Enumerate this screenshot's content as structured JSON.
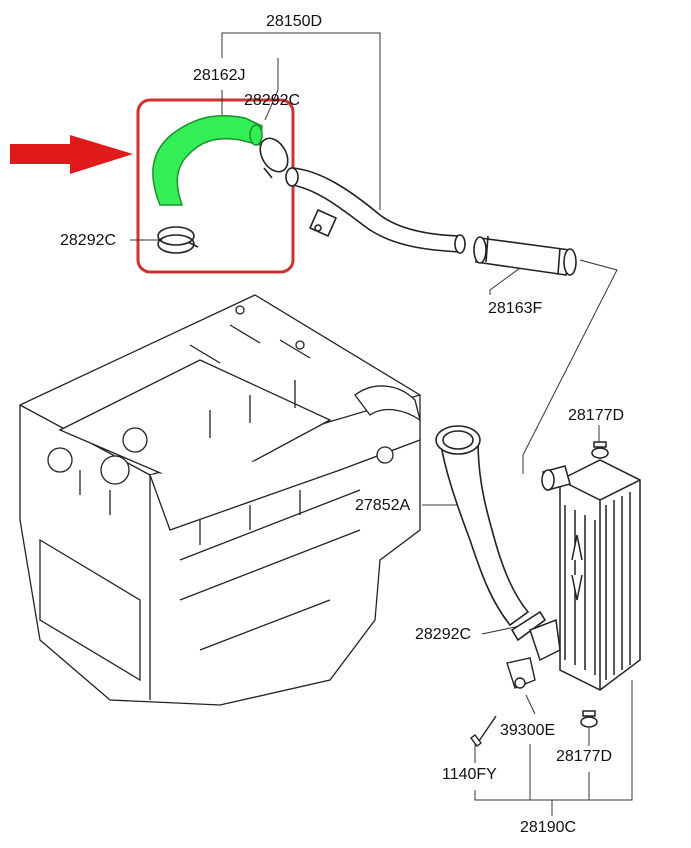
{
  "labels": {
    "hose_assembly": "28150D",
    "highlighted_hose": "28162J",
    "clamp_upper": "28292C",
    "clamp_left": "28292C",
    "intake_hose": "28163F",
    "intercooler_bolt_top": "28177D",
    "intercooler_inlet_hose": "27852A",
    "clamp_lower": "28292C",
    "sensor": "39300E",
    "screw": "1140FY",
    "intercooler_bolt_bottom": "28177D",
    "intercooler": "28190C"
  },
  "colors": {
    "highlight_hose": "#33ee55",
    "highlight_box": "#d03030",
    "arrow": "#e01a1a",
    "line": "#333333"
  }
}
